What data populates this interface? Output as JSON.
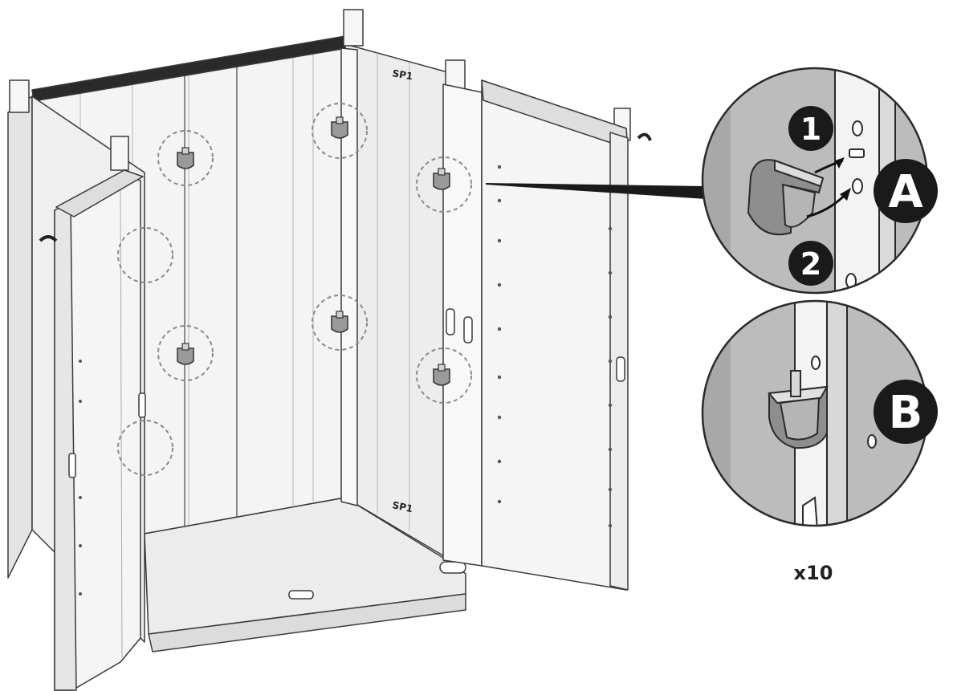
{
  "panel_labels": {
    "top_rear": "SP1",
    "bottom_rear": "SP1"
  },
  "callouts": {
    "a": {
      "label": "A",
      "step1": "1",
      "step2": "2"
    },
    "b": {
      "label": "B"
    }
  },
  "quantity": "x10",
  "colors": {
    "line": "#3a3a3a",
    "panel": "#f4f4f4",
    "panel_shade": "#e4e4e4",
    "circle_bg": "#bcbcbc",
    "badge": "#1a1a1a",
    "dash": "#8a8a8a"
  }
}
